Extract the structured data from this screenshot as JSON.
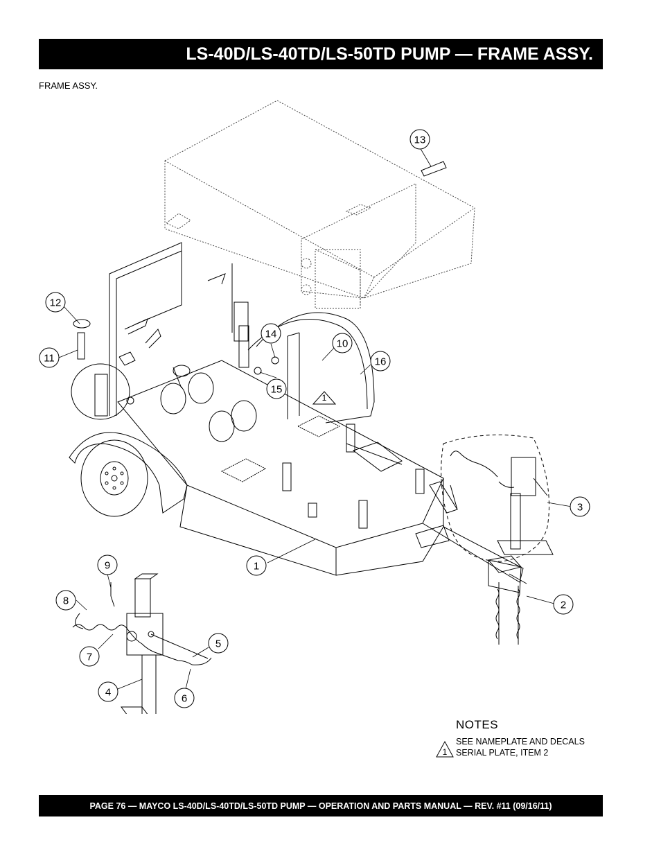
{
  "header": {
    "title": "LS-40D/LS-40TD/LS-50TD PUMP — FRAME ASSY."
  },
  "section_label": "FRAME ASSY.",
  "callouts": [
    "1",
    "2",
    "3",
    "4",
    "5",
    "6",
    "7",
    "8",
    "9",
    "10",
    "11",
    "12",
    "13",
    "14",
    "15",
    "16"
  ],
  "diagram": {
    "warning_marker": "1"
  },
  "notes": {
    "heading": "NOTES",
    "marker": "1",
    "lines": [
      "SEE NAMEPLATE AND DECALS",
      "SERIAL PLATE, ITEM 2"
    ]
  },
  "footer": {
    "text": "PAGE 76 — MAYCO LS-40D/LS-40TD/LS-50TD PUMP — OPERATION AND PARTS MANUAL — REV. #11  (09/16/11)"
  }
}
